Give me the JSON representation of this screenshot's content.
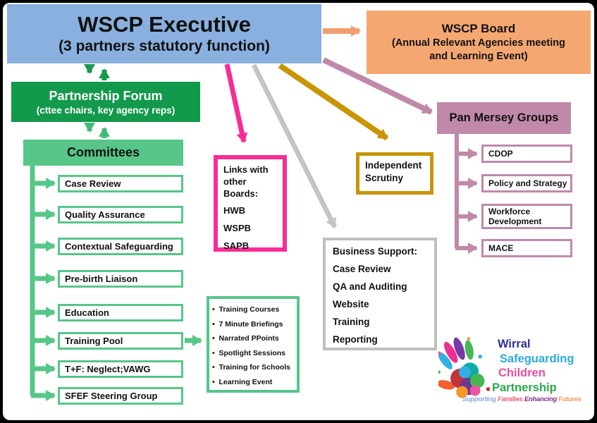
{
  "executive": {
    "title": "WSCP Executive",
    "subtitle": "(3 partners statutory function)"
  },
  "board": {
    "title": "WSCP Board",
    "subtitle_line1": "(Annual Relevant Agencies meeting",
    "subtitle_line2": "and Learning Event)"
  },
  "forum": {
    "title": "Partnership Forum",
    "subtitle": "(cttee chairs, key agency reps)"
  },
  "committees": {
    "title": "Committees",
    "items": [
      "Case Review",
      "Quality Assurance",
      "Contextual Safeguarding",
      "Pre-birth Liaison",
      "Education",
      "Training Pool",
      "T+F: Neglect;VAWG",
      "SFEF Steering Group"
    ]
  },
  "links_board": {
    "heading": "Links with other Boards:",
    "items": [
      "HWB",
      "WSPB",
      "SAPB"
    ]
  },
  "independent_scrutiny": {
    "label": "Independent Scrutiny"
  },
  "business_support": {
    "heading": "Business Support:",
    "items": [
      "Case Review",
      "QA and Auditing",
      "Website",
      "Training",
      "Reporting"
    ]
  },
  "pan_mersey": {
    "title": "Pan Mersey Groups",
    "items": [
      "CDOP",
      "Policy and Strategy",
      "Workforce Development",
      "MACE"
    ]
  },
  "training_offer": {
    "items": [
      "Training Courses",
      "7 Minute Briefings",
      "Narrated PPoints",
      "Spotlight Sessions",
      "Training for Schools",
      "Learning Event"
    ]
  },
  "logo": {
    "line1": "Wirral",
    "line2": "Safeguarding",
    "line3": "Children",
    "line4": "Partnership",
    "tagline": [
      "Supporting",
      "Families",
      "Enhancing",
      "Futures"
    ]
  },
  "colors": {
    "executive_blue": "#89B0DE",
    "board_orange": "#F5A772",
    "forum_green": "#12994B",
    "light_green": "#57C688",
    "mid_green": "#44BA78",
    "dark_green": "#169A4C",
    "links_pink": "#F92C96",
    "scrutiny_gold": "#C89504",
    "support_gray": "#BFBFBF",
    "pan_mauve": "#C089A9",
    "logo_navy": "#2E3192",
    "logo_sky": "#2EA9E0",
    "logo_pink": "#EC4E9B",
    "logo_green": "#2BA84A"
  }
}
